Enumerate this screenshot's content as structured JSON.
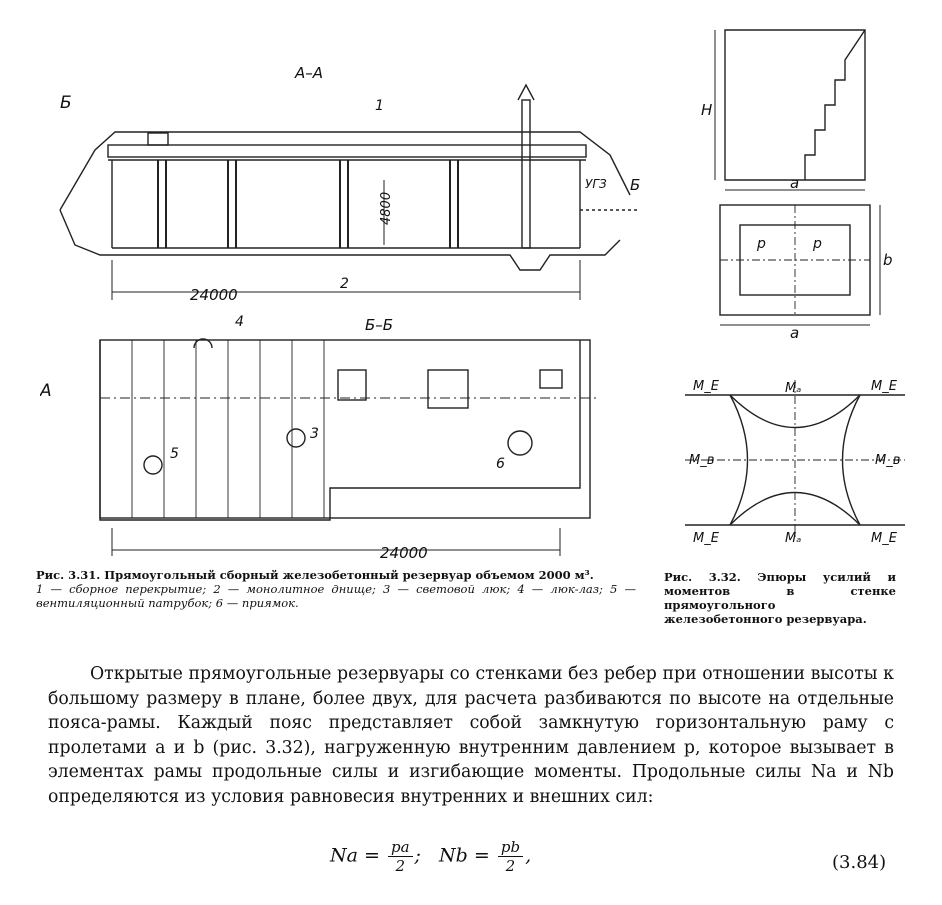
{
  "fig331": {
    "section_aa": "А–А",
    "section_bb": "Б–Б",
    "mark_b": "Б",
    "mark_a": "А",
    "dim_24000": "24000",
    "dim_4800": "4800",
    "ugv": "УГЗ",
    "callouts": [
      "1",
      "2",
      "3",
      "4",
      "5",
      "6"
    ]
  },
  "fig332": {
    "a": "a",
    "b": "b",
    "H": "H",
    "p": "p",
    "Ma": "Mₐ",
    "ME": "M_E",
    "Mb": "M_в"
  },
  "caption1": {
    "title": "Рис. 3.31. Прямоугольный сборный железобетонный резервуар объемом 2000 м³.",
    "legend": "1 — сборное перекрытие; 2 — монолитное днище; 3 — световой люк; 4 — люк-лаз; 5 — вентиляционный патрубок; 6 — приямок."
  },
  "caption2": "Рис. 3.32. Эпюры усилий и моментов в стенке прямоугольного железобетонного резервуара.",
  "body_text": "Открытые прямоугольные резервуары со стенками без ребер при отношении высоты к большому размеру в плане, более двух, для расчета разбиваются по высоте на отдельные пояса-рамы. Каждый пояс представляет собой замкнутую горизонтальную раму с пролетами a и b (рис. 3.32), нагруженную внутренним давлением p, которое вызывает в элементах рамы продольные силы и изгибающие моменты. Продольные силы Na и Nb определяются из условия равновесия внутренних и внешних сил:",
  "formula": {
    "na": "Na =",
    "na_num": "pa",
    "den": "2",
    "sep": ";",
    "nb": "Nb =",
    "nb_num": "pb",
    "end": ","
  },
  "eq_number": "(3.84)"
}
